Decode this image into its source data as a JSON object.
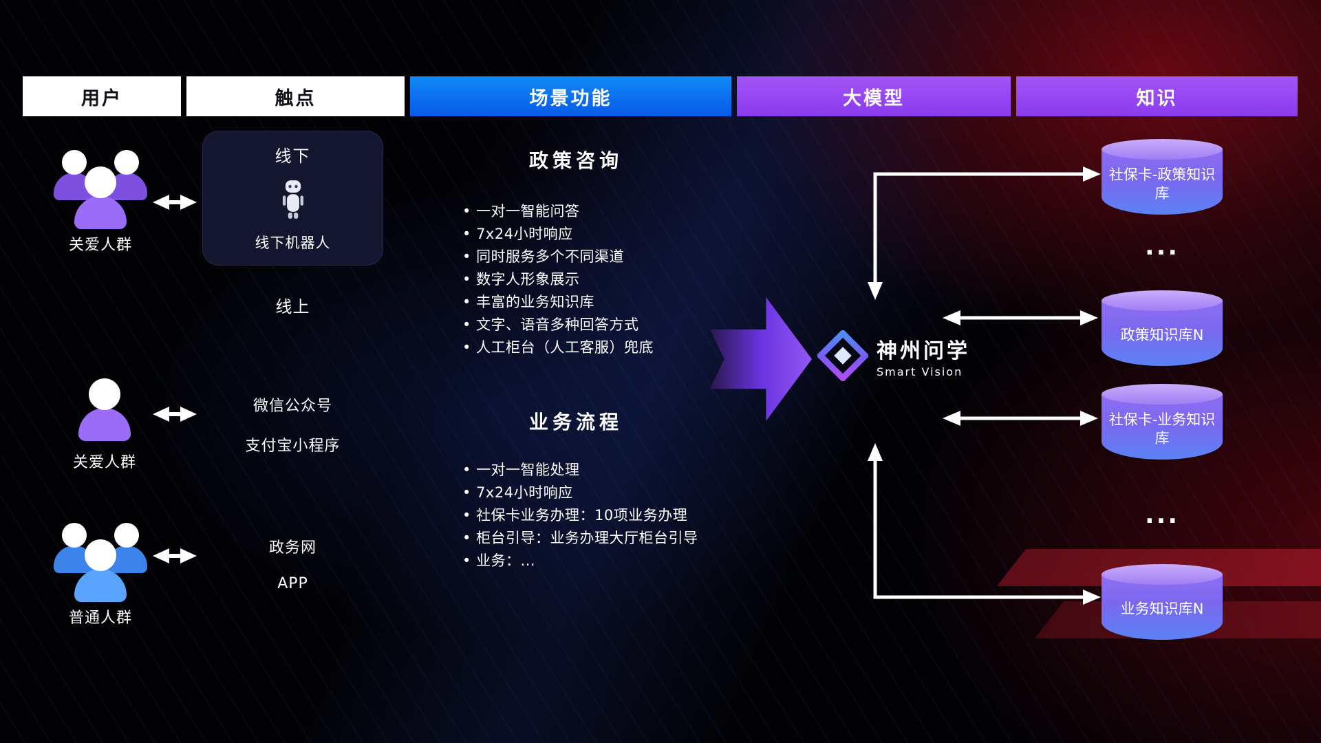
{
  "headers": [
    {
      "label": "用户"
    },
    {
      "label": "触点"
    },
    {
      "label": "场景功能"
    },
    {
      "label": "大模型"
    },
    {
      "label": "知识"
    }
  ],
  "users": [
    {
      "label": "关爱人群",
      "icon": "people-group-purple-icon"
    },
    {
      "label": "关爱人群",
      "icon": "person-purple-icon"
    },
    {
      "label": "普通人群",
      "icon": "people-group-blue-icon"
    }
  ],
  "touchpoints": {
    "offline": {
      "title": "线下",
      "robot_icon": "service-robot-icon",
      "robot_label": "线下机器人"
    },
    "online_title": "线上",
    "channels": [
      "微信公众号",
      "支付宝小程序",
      "政务网",
      "APP"
    ]
  },
  "scenes": [
    {
      "title": "政策咨询",
      "items": [
        "一对一智能问答",
        "7x24小时响应",
        "同时服务多个不同渠道",
        "数字人形象展示",
        "丰富的业务知识库",
        "文字、语音多种回答方式",
        "人工柜台（人工客服）兜底"
      ]
    },
    {
      "title": "业务流程",
      "items": [
        "一对一智能处理",
        "7x24小时响应",
        "社保卡业务办理：10项业务办理",
        "柜台引导：业务办理大厅柜台引导",
        "业务：..."
      ]
    }
  ],
  "model": {
    "name": "神州问学",
    "subtitle": "Smart Vision",
    "icon": "diamond-logo-icon"
  },
  "knowledge": {
    "databases": [
      {
        "label": "社保卡-政策知识库"
      },
      {
        "label": "政策知识库N"
      },
      {
        "label": "社保卡-业务知识库"
      },
      {
        "label": "业务知识库N"
      }
    ],
    "ellipsis": "..."
  },
  "colors": {
    "header_blue": "#0b6cf3",
    "header_purple": "#9348f2",
    "user_purple": "#9b6cf7",
    "user_blue": "#56a2ff",
    "db_top": "#c9adfa",
    "db_body_top": "#8f6ef2",
    "db_body_bottom": "#5b82f4",
    "flow_arrow_purple": "#7a3cf0",
    "connector_white": "#ffffff",
    "background_red": "#8c0f1c",
    "background_blue": "#1a2d82"
  }
}
